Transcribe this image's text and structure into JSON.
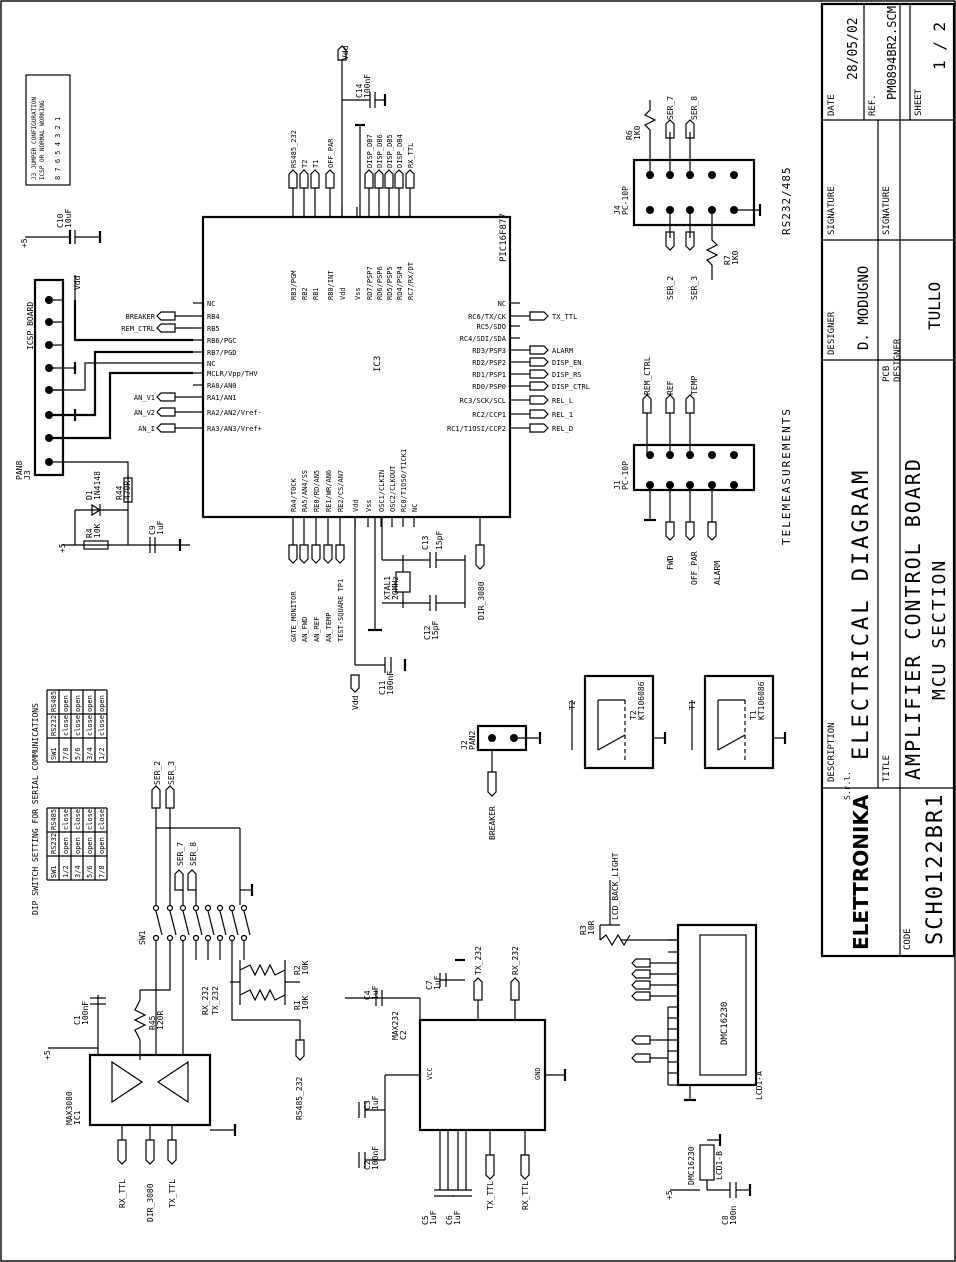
{
  "title_block": {
    "date_label": "DATE",
    "date": "28/05/02",
    "ref_label": "REF.",
    "ref": "PM0894BR2.SCM",
    "sheet_label": "SHEET",
    "sheet": "1 / 2",
    "signature_label_1": "SIGNATURE",
    "signature_label_2": "SIGNATURE",
    "designer_label_1": "DESIGNER",
    "designer_1": "D. MODUGNO",
    "designer_label_2": "DESIGNER",
    "designer_2": "TULLO",
    "pcb_label": "PCB",
    "description_label": "DESCRIPTION",
    "description": "ELECTRICAL DIAGRAM",
    "title_label": "TITLE",
    "title_1": "AMPLIFIER CONTROL BOARD",
    "title_2": "MCU SECTION",
    "code_label": "CODE",
    "code": "SCH0122BR1",
    "logo": "ELETTRONIKA",
    "logo_suffix": "S.r.l."
  },
  "mcu": {
    "ref": "IC3",
    "part": "PIC16F877",
    "left_pins": [
      "RA3/AN3/Vref+",
      "RA2/AN2/Vref-",
      "RA1/AN1",
      "RA0/AN0",
      "MCLR/Vpp/THV",
      "NC",
      "RB7/PGD",
      "RB6/PGC",
      "RB5",
      "RB4",
      "NC"
    ],
    "right_pins": [
      "RC1/T1OSI/CCP2",
      "RC2/CCP1",
      "RC3/SCK/SCL",
      "RD0/PSP0",
      "RD1/PSP1",
      "RD2/PSP2",
      "RD3/PSP3",
      "RC4/SDI/SDA",
      "RC5/SDO",
      "RC6/TX/CK",
      "NC"
    ],
    "top_pins": [
      "RB3/PGM",
      "RB2",
      "RB1",
      "RB0/INT",
      "Vdd",
      "Vss",
      "RD7/PSP7",
      "RD6/PSP6",
      "RD5/PSP5",
      "RD4/PSP4",
      "RC7/RX/DT"
    ],
    "bottom_pins": [
      "RA4/T0CK",
      "RA5/AN4/SS",
      "RE0/RD/AN5",
      "RE1/WR/AN6",
      "RE2/CS/AN7",
      "Vdd",
      "Vss",
      "OSC1/CLKIN",
      "OSC2/CLKOUT",
      "RC0/T1OSO/T1CK1",
      "NC"
    ],
    "left_nets": [
      "AN_I",
      "AN_V2",
      "AN_V1"
    ],
    "left_nets_b": [
      "REM_CTRL",
      "BREAKER"
    ],
    "right_nets": [
      "REL_D",
      "REL_1",
      "REL_L",
      "DISP_CTRL",
      "DISP_RS",
      "DISP_EN",
      "ALARM",
      "TX_TTL"
    ],
    "top_nets": [
      "RS485_232",
      "T2",
      "T1",
      "OFF_PAR",
      "DISP_DB7",
      "DISP_DB6",
      "DISP_DB5",
      "DISP_DB4",
      "RX_TTL"
    ],
    "bottom_nets": [
      "GATE_MONITOR",
      "AN_FWD",
      "AN_REF",
      "AN_TEMP",
      "TEST-SQUARE TP1"
    ],
    "dir_net": "DIR_3080"
  },
  "components": {
    "c14": "C14",
    "c14v": "100nF",
    "vdd": "Vdd",
    "c10": "C10",
    "c10v": "10uF",
    "plus5": "+5",
    "icsp": "ICSP_BOARD",
    "j3": "J3",
    "pan8": "PAN8",
    "d1": "D1",
    "d1v": "1N4148",
    "r44": "R44",
    "r44v": "470R",
    "r4": "R4",
    "r4v": "10K",
    "c9": "C9",
    "c9v": "1uF",
    "c13": "C13",
    "c13v": "15pF",
    "c12": "C12",
    "c12v": "15pF",
    "xtal": "XTAL1",
    "xtalv": "20MHz",
    "c11": "C11",
    "c11v": "100nF",
    "j4": "J4",
    "j4t": "PC-10P",
    "r6": "R6",
    "r6v": "1K0",
    "r7": "R7",
    "r7v": "1K0",
    "ser7": "SER_7",
    "ser8": "SER_8",
    "ser2": "SER_2",
    "ser3": "SER_3",
    "rs232485": "RS232/485",
    "j1": "J1",
    "j1t": "PC-10P",
    "rem_ctrl": "REM_CTRL",
    "ref": "REF",
    "temp": "TEMP",
    "fwd": "FWD",
    "off_par": "OFF_PAR",
    "alarm": "ALARM",
    "telemeas": "TELEMEASUREMENTS",
    "j2": "J2",
    "pan2": "PAN2",
    "breaker": "BREAKER",
    "t2": "T2",
    "t1": "T1",
    "kt": "KT106086",
    "sw1": "SW1",
    "r1": "R1",
    "r1v": "10K",
    "r2": "R2",
    "r2v": "10K",
    "r45": "R45",
    "r45v": "120R",
    "ic1": "IC1",
    "max3080": "MAX3080",
    "c1": "C1",
    "c1v": "100nF",
    "c2": "C2",
    "max232": "MAX232",
    "c3": "C3",
    "c4": "C4",
    "c5": "C5",
    "c6": "C6",
    "c7": "C7",
    "c8": "C8",
    "c8v": "100n",
    "cap1u": "1uF",
    "dmc": "DMC16230",
    "lcd": "LCD1-A",
    "lcdb": "LCD1-B",
    "lcd_back": "LCD_BACK_LIGHT",
    "r3": "R3",
    "r3v": "10R",
    "rx_ttl": "RX_TTL",
    "dir3080": "DIR_3080",
    "tx_ttl": "TX_TTL",
    "rs485_232": "RS485_232",
    "rx_232": "RX_232",
    "tx_232": "TX_232",
    "j3note": "J3 JUMPER CONFIGURATION",
    "j3sub": "ICSP OR NORMAL WORKING"
  },
  "tables": {
    "dip_title": "DIP SWITCH SETTING FOR SERIAL COMMUNICATIONS",
    "dip_headers": [
      "SW1",
      "RS232",
      "RS485"
    ],
    "dip_rows": [
      [
        "1/2",
        "open",
        "close"
      ],
      [
        "3/4",
        "open",
        "close"
      ],
      [
        "5/6",
        "open",
        "close"
      ],
      [
        "7/8",
        "open",
        "close"
      ]
    ],
    "ser_headers": [
      "SW1",
      "RS232",
      "RS485"
    ],
    "ser_rows": [
      [
        "7/8",
        "close",
        "open"
      ],
      [
        "5/6",
        "close",
        "open"
      ],
      [
        "3/4",
        "close",
        "open"
      ],
      [
        "1/2",
        "close",
        "open"
      ]
    ]
  }
}
